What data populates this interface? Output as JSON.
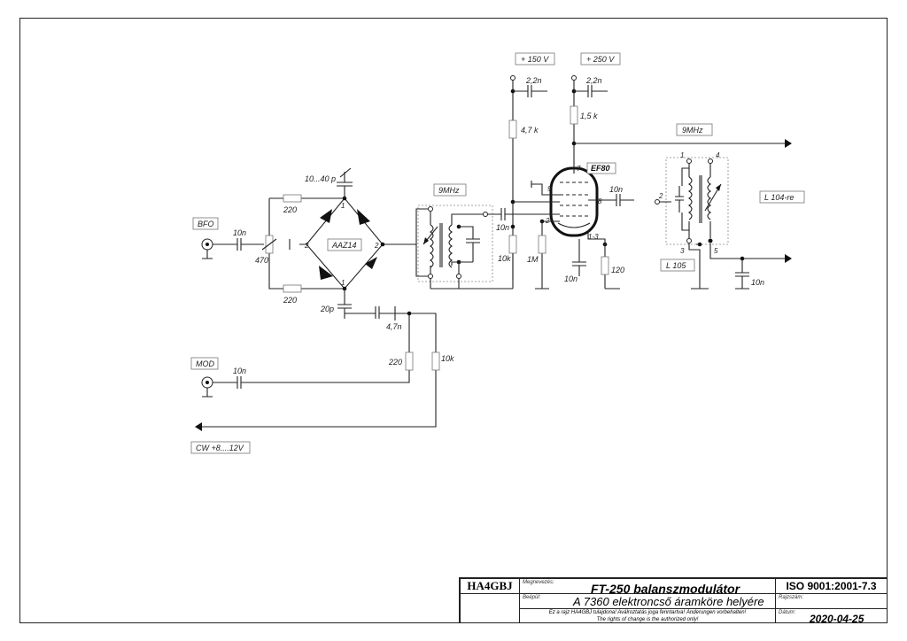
{
  "labels": {
    "v150": "+ 150 V",
    "v250": "+ 250 V",
    "c22n_a": "2,2n",
    "c22n_b": "2,2n",
    "r47k": "4,7 k",
    "r15k": "1,5 k",
    "f9mhz_a": "9MHz",
    "f9mhz_b": "9MHz",
    "trim": "10...40 p",
    "bfo": "BFO",
    "mod": "MOD",
    "cw": "CW +8....12V",
    "c10n_bfo": "10n",
    "c10n_mod": "10n",
    "r470": "470",
    "r220_top": "220",
    "r220_bot": "220",
    "r220_mod": "220",
    "r10k_mod": "10k",
    "aaz": "AAZ14",
    "c20p": "20p",
    "c47n": "4,7n",
    "c10n_g": "10n",
    "r10k_g": "10k",
    "r1m": "1M",
    "c10n_k": "10n",
    "r120": "120",
    "c10n_s": "10n",
    "c10n_out": "10n",
    "tube": "EF80",
    "l104": "L 104-re",
    "l105": "L 105",
    "pin7": "7",
    "pin9": "9",
    "pin8": "8",
    "pin2": "2",
    "pin13": "1-3",
    "b1t": "1",
    "b2l": "2",
    "b2r": "2",
    "b1b": "1",
    "t1": "1",
    "t2": "2",
    "t3": "3",
    "t4": "4",
    "t5": "5"
  },
  "titleblock": {
    "author": "HA4GBJ",
    "cap_name": "Megnevezés:",
    "title": "FT-250 balanszmodulátor",
    "cap_build": "Beépül:",
    "subtitle": "A 7360 elektroncső áramköre helyére",
    "note1": "Ez a rajz HA4GBJ tulajdona! Aválroztatás joga fenntartva! Änderungen vorbehalten!",
    "note2": "The rights of change is the authorized only!",
    "iso": "ISO 9001:2001-7.3",
    "cap_drawing": "Rajzszám:",
    "cap_date": "Dátum:",
    "date": "2020-04-25"
  }
}
